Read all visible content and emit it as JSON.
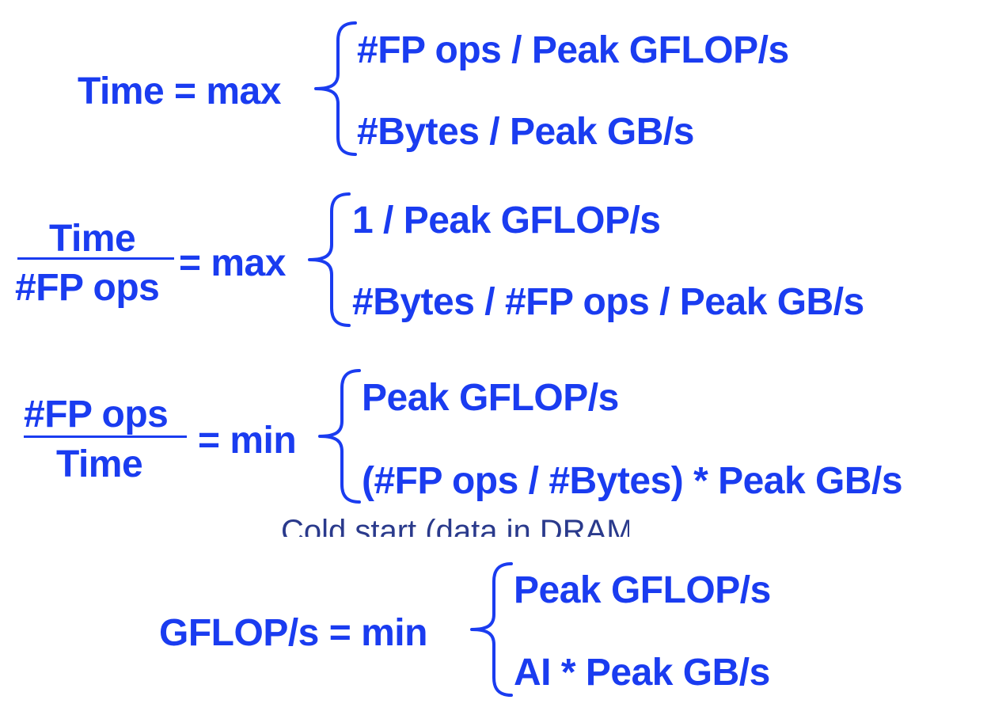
{
  "colors": {
    "text": "#1a3cf0",
    "partial_text": "#2a3a8c"
  },
  "eq1": {
    "lhs": "Time = max",
    "case_top": "#FP ops / Peak GFLOP/s",
    "case_bottom": "#Bytes / Peak GB/s"
  },
  "eq2": {
    "frac_num": "Time",
    "frac_den": "#FP ops",
    "op": "= max",
    "case_top": "1 / Peak GFLOP/s",
    "case_bottom": "#Bytes / #FP ops / Peak GB/s"
  },
  "eq3": {
    "frac_num": "#FP ops",
    "frac_den": "Time",
    "op": "= min",
    "case_top": "Peak GFLOP/s",
    "case_bottom": "(#FP ops / #Bytes) * Peak GB/s"
  },
  "partial_caption": "Cold start (data in DRAM)",
  "eq4": {
    "lhs": "GFLOP/s = min",
    "case_top": "Peak GFLOP/s",
    "case_bottom": "AI * Peak GB/s"
  }
}
